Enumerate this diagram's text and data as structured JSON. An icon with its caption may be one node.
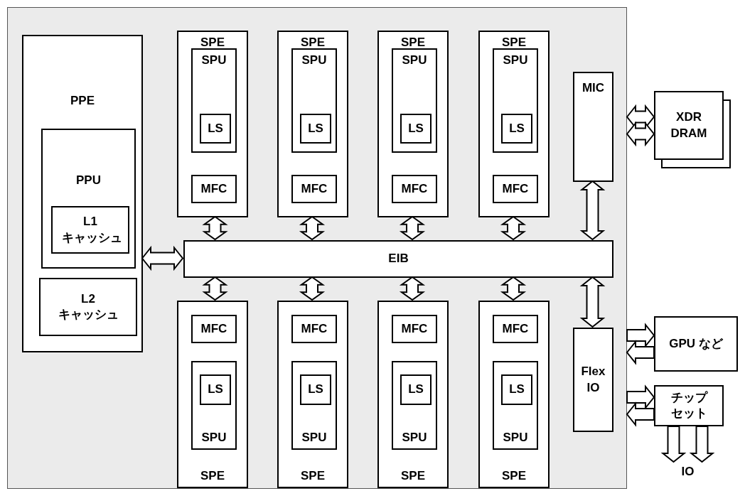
{
  "diagram": {
    "nodes": [
      {
        "text": [],
        "shape": "box"
      },
      {
        "text": [
          "PPE"
        ],
        "in": 0
      },
      {
        "text": [
          "PPU"
        ],
        "in": 1
      },
      {
        "text": [
          "L1 キャッシュ"
        ],
        "in": 2
      },
      {
        "text": [
          "L2 キャッシュ"
        ],
        "in": 1
      },
      {
        "text": [
          "SPE"
        ],
        "in": 0
      },
      {
        "text": [
          "SPU"
        ],
        "in": 5
      },
      {
        "text": [
          "LS"
        ],
        "in": 6
      },
      {
        "text": [
          "MFC"
        ],
        "in": 5
      },
      {
        "text": [
          "SPE"
        ],
        "in": 0
      },
      {
        "text": [
          "SPU"
        ],
        "in": 9
      },
      {
        "text": [
          "LS"
        ],
        "in": 10
      },
      {
        "text": [
          "MFC"
        ],
        "in": 9
      },
      {
        "text": [
          "SPE"
        ],
        "in": 0
      },
      {
        "text": [
          "SPU"
        ],
        "in": 13
      },
      {
        "text": [
          "LS"
        ],
        "in": 14
      },
      {
        "text": [
          "MFC"
        ],
        "in": 13
      },
      {
        "text": [
          "SPE"
        ],
        "in": 0
      },
      {
        "text": [
          "SPU"
        ],
        "in": 17
      },
      {
        "text": [
          "LS"
        ],
        "in": 18
      },
      {
        "text": [
          "MFC"
        ],
        "in": 17
      },
      {
        "text": [
          "EIB"
        ],
        "in": 0
      },
      {
        "text": [
          "MIC"
        ],
        "in": 0
      },
      {
        "text": [
          "SPE"
        ],
        "in": 0
      },
      {
        "text": [
          "MFC"
        ],
        "in": 23
      },
      {
        "text": [
          "SPU"
        ],
        "in": 23
      },
      {
        "text": [
          "LS"
        ],
        "in": 25
      },
      {
        "text": [
          "SPE"
        ],
        "in": 0
      },
      {
        "text": [
          "MFC"
        ],
        "in": 27
      },
      {
        "text": [
          "SPU"
        ],
        "in": 27
      },
      {
        "text": [
          "LS"
        ],
        "in": 29
      },
      {
        "text": [
          "SPE"
        ],
        "in": 0
      },
      {
        "text": [
          "MFC"
        ],
        "in": 31
      },
      {
        "text": [
          "SPU"
        ],
        "in": 31
      },
      {
        "text": [
          "LS"
        ],
        "in": 33
      },
      {
        "text": [
          "SPE"
        ],
        "in": 0
      },
      {
        "text": [
          "MFC"
        ],
        "in": 35
      },
      {
        "text": [
          "SPU"
        ],
        "in": 35
      },
      {
        "text": [
          "LS"
        ],
        "in": 37
      },
      {
        "text": [
          "Flex IO"
        ],
        "in": 0
      },
      {
        "text": [
          "XDR DRAM"
        ]
      },
      {
        "text": [
          "GPU など"
        ]
      },
      {
        "text": [
          "チップセット"
        ]
      },
      {
        "text": [
          "IO"
        ]
      }
    ],
    "edges": [
      {
        "from": 1,
        "to": 21,
        "arrow": "both"
      },
      {
        "from": 5,
        "to": 21,
        "arrow": "both"
      },
      {
        "from": 9,
        "to": 21,
        "arrow": "both"
      },
      {
        "from": 13,
        "to": 21,
        "arrow": "both"
      },
      {
        "from": 17,
        "to": 21,
        "arrow": "both"
      },
      {
        "from": 22,
        "to": 21,
        "arrow": "both"
      },
      {
        "from": 21,
        "to": 23,
        "arrow": "both"
      },
      {
        "from": 21,
        "to": 27,
        "arrow": "both"
      },
      {
        "from": 21,
        "to": 31,
        "arrow": "both"
      },
      {
        "from": 21,
        "to": 35,
        "arrow": "both"
      },
      {
        "from": 21,
        "to": 39,
        "arrow": "both"
      },
      {
        "from": 0,
        "to": 40,
        "arrow": "both"
      },
      {
        "from": 0,
        "to": 40,
        "arrow": "both"
      },
      {
        "from": 0,
        "to": 41,
        "arrow": "to"
      },
      {
        "from": 41,
        "to": 0,
        "arrow": "to"
      },
      {
        "from": 0,
        "to": 42,
        "arrow": "to"
      },
      {
        "from": 42,
        "to": 0,
        "arrow": "to"
      },
      {
        "from": 42,
        "to": 43,
        "arrow": "to"
      },
      {
        "from": 42,
        "to": 43,
        "arrow": "to"
      }
    ]
  }
}
